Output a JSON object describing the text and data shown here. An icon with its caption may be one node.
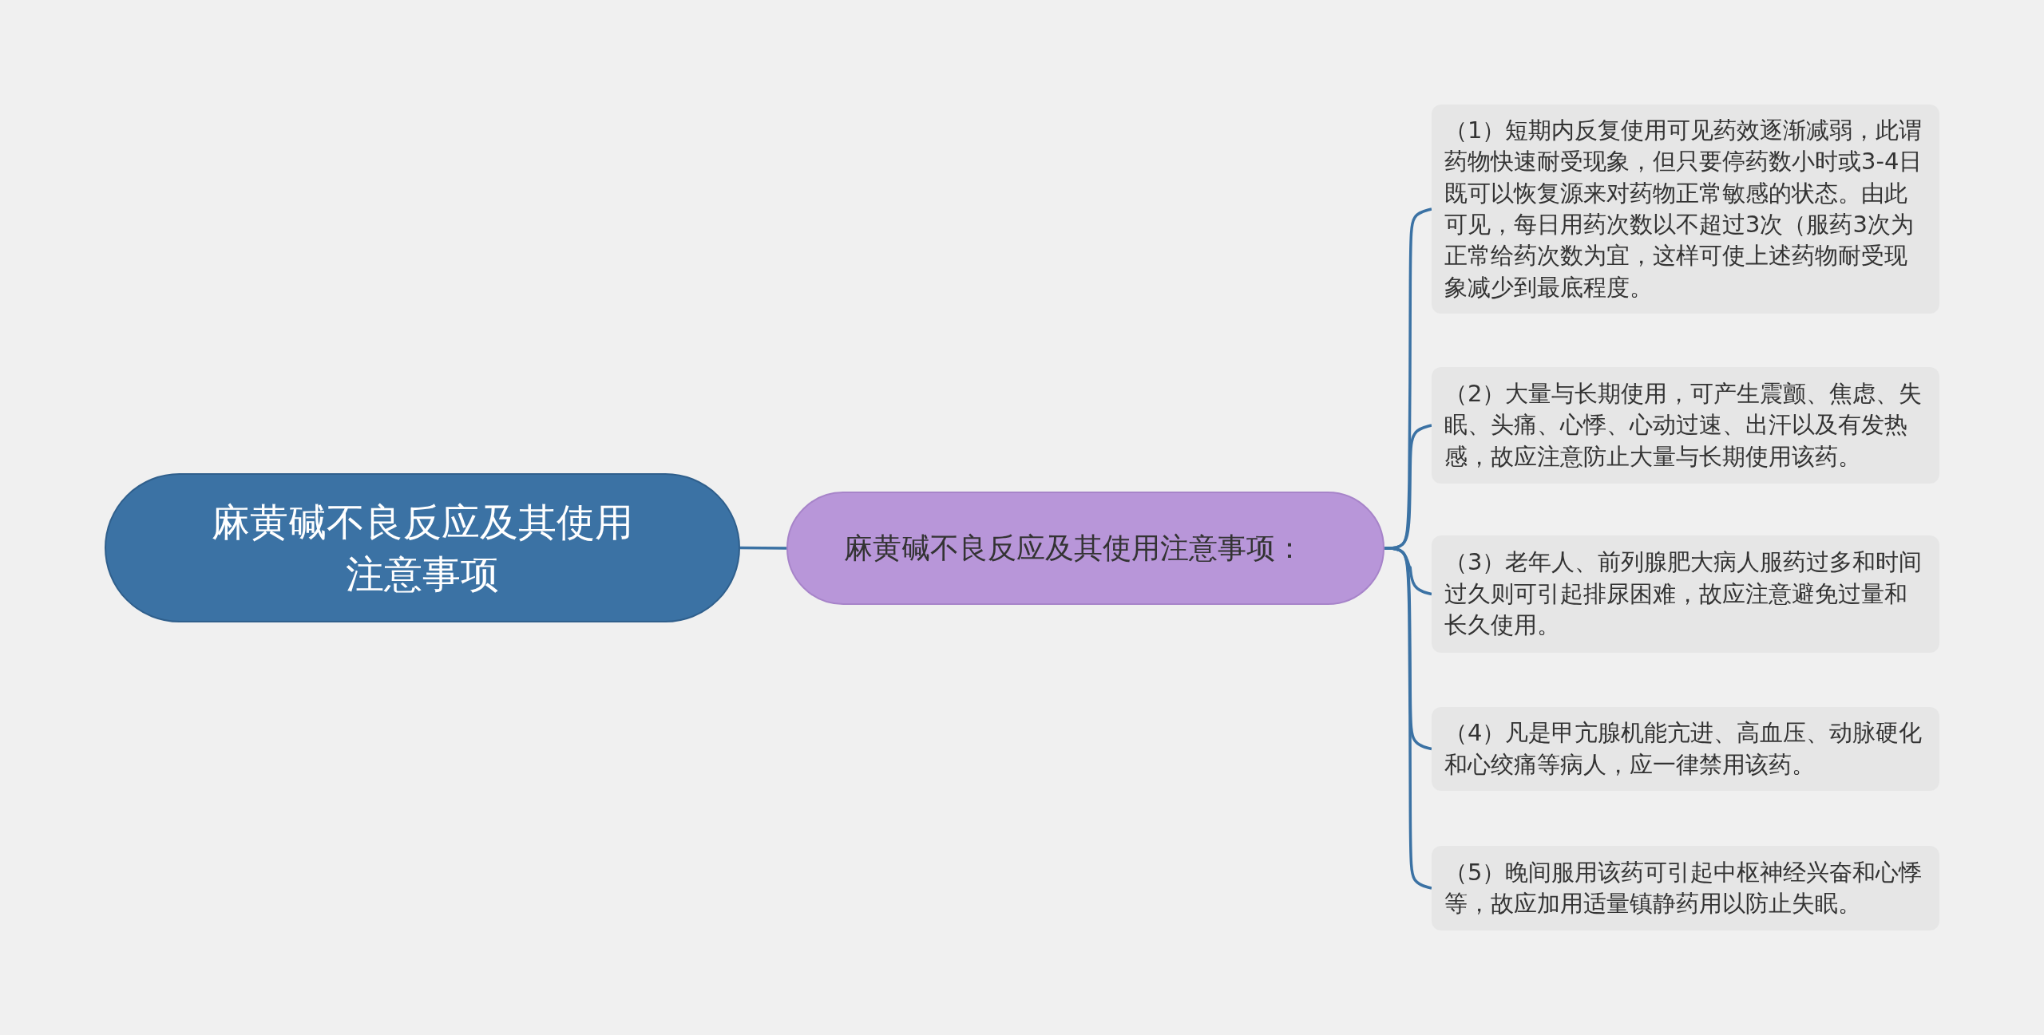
{
  "diagram": {
    "nodes": [
      {
        "text": [
          "麻黄碱不良反应及其使用注意事项"
        ]
      },
      {
        "text": [
          "麻黄碱不良反应及其使用注意事项："
        ]
      },
      {
        "text": [
          "（1）短期内反复使用可见药效逐渐减弱，此谓药物快速耐受现象，但只要停药数小时或3-4日既可以恢复源来对药物正常敏感的状态。由此可见，每日用药次数以不超过3次（服药3次为正常给药次数为宜，这样可使上述药物耐受现象减少到最底程度。"
        ]
      },
      {
        "text": [
          "（2）大量与长期使用，可产生震颤、焦虑、失眠、头痛、心悸、心动过速、出汗以及有发热感，故应注意防止大量与长期使用该药。"
        ]
      },
      {
        "text": [
          "（3）老年人、前列腺肥大病人服药过多和时间过久则可引起排尿困难，故应注意避免过量和长久使用。"
        ]
      },
      {
        "text": [
          "（4）凡是甲亢腺机能亢进、高血压、动脉硬化和心绞痛等病人，应一律禁用该药。"
        ]
      },
      {
        "text": [
          "（5）晚间服用该药可引起中枢神经兴奋和心悸等，故应加用适量镇静药用以防止失眠。"
        ]
      }
    ],
    "edges": [
      {
        "from": 0,
        "to": 1,
        "arrow": "none"
      },
      {
        "from": 1,
        "to": 2,
        "arrow": "none"
      },
      {
        "from": 1,
        "to": 3,
        "arrow": "none"
      },
      {
        "from": 1,
        "to": 4,
        "arrow": "none"
      },
      {
        "from": 1,
        "to": 5,
        "arrow": "none"
      },
      {
        "from": 1,
        "to": 6,
        "arrow": "none"
      }
    ]
  }
}
